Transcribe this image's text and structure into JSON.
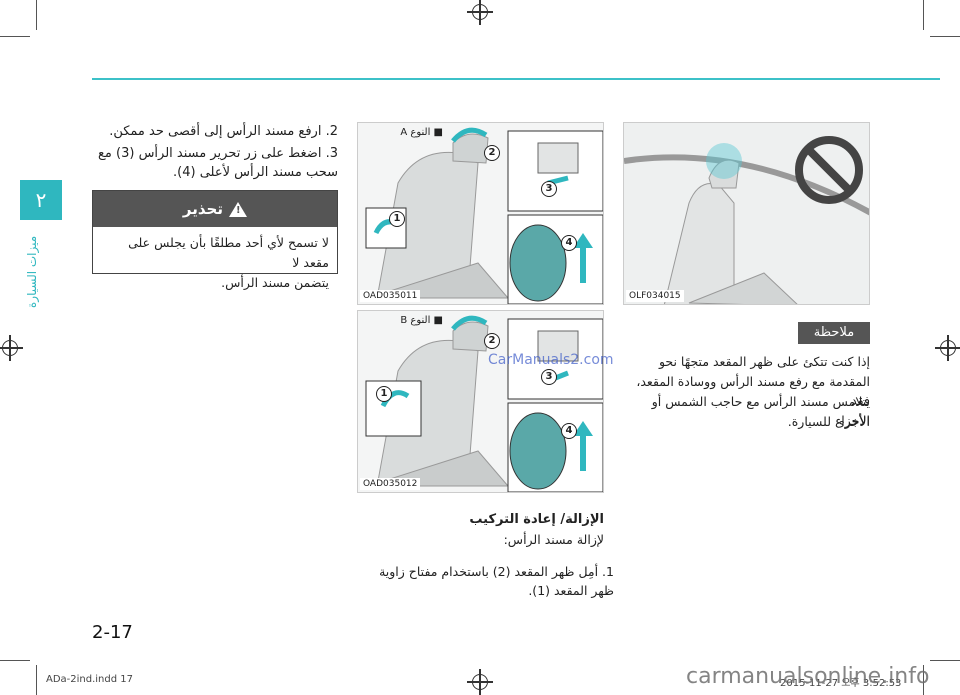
{
  "sidebar": {
    "chapter_number": "٢",
    "chapter_title": "ميزات السيارة"
  },
  "left_column": {
    "step2": "2. ارفع مسند الرأس إلى أقصى حد ممكن.",
    "step3_line1": "3. اضغط على زر تحرير مسند الرأس (3) مع",
    "step3_line2": "سحب مسند الرأس لأعلى (4).",
    "warning": {
      "title": "تحذير",
      "icon": "warning-triangle-icon",
      "line1": "لا تسمح لأي أحد مطلقًا بأن يجلس على مقعد لا",
      "line2": "يتضمن مسند الرأس."
    }
  },
  "middle_column": {
    "figure_a": {
      "label": "■ النوع A",
      "code": "OAD035011",
      "callouts": [
        "1",
        "2",
        "3",
        "4"
      ]
    },
    "figure_b": {
      "label": "■ النوع B",
      "code": "OAD035012",
      "callouts": [
        "1",
        "2",
        "3",
        "4"
      ]
    },
    "section_heading": "الإزالة/ إعادة التركيب",
    "section_sub": "لإزالة مسند الرأس:",
    "step1_line1": "1. أمِل ظهر المقعد (2) باستخدام مفتاح زاوية",
    "step1_line2": "ظهر المقعد (1)."
  },
  "right_column": {
    "figure": {
      "code": "OLF034015",
      "icon": "no-entry-icon"
    },
    "caution": {
      "title": "ملاحظة",
      "line1": "إذا كنت تتكئ على ظهر المقعد متجهًا نحو",
      "line2": "المقدمة مع رفع مسند الرأس ووسادة المقعد، فقد",
      "line3": "يتلامس مسند الرأس مع حاجب الشمس أو الأجزاء",
      "line4": "الأخرى للسيارة."
    }
  },
  "page_number": "2-17",
  "footer": {
    "file": "ADa-2ind.indd   17",
    "date": "2015-11-27   오후 3:52:53"
  },
  "watermarks": {
    "site1": "CarManuals2.com",
    "site2": "carmanualsonline.info"
  },
  "colors": {
    "accent": "#2fb7bf",
    "dark_header": "#555555"
  }
}
